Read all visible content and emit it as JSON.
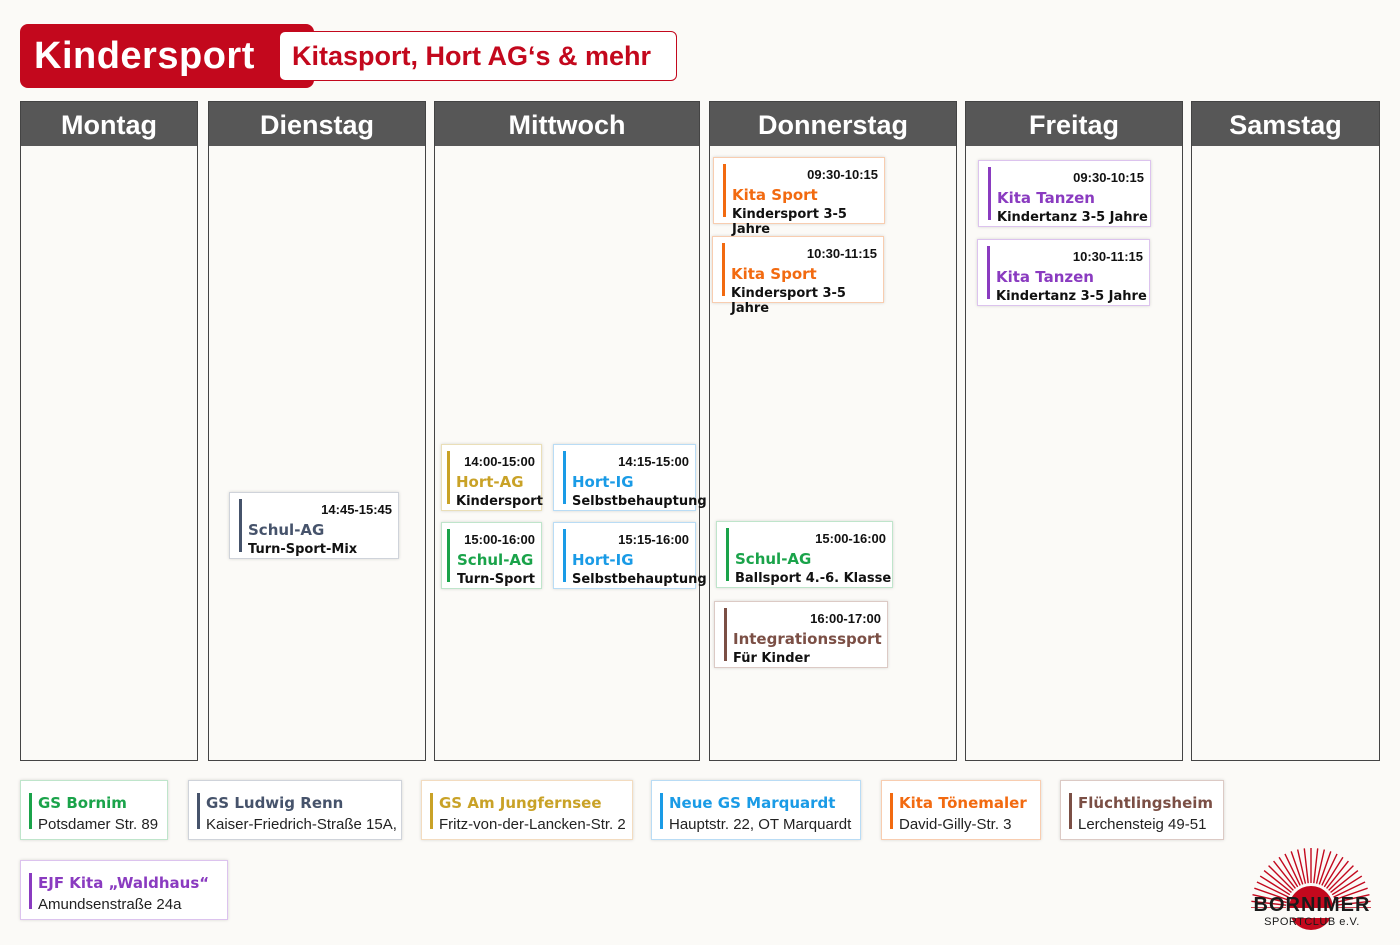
{
  "header": {
    "title": "Kindersport",
    "subtitle": "Kitasport, Hort AG‘s & mehr"
  },
  "days": [
    "Montag",
    "Dienstag",
    "Mittwoch",
    "Donnerstag",
    "Freitag",
    "Samstag"
  ],
  "events": {
    "di_1": {
      "time": "14:45-15:45",
      "name": "Schul-AG",
      "desc": "Turn-Sport-Mix"
    },
    "mi_1": {
      "time": "14:00-15:00",
      "name": "Hort-AG",
      "desc": "Kindersport"
    },
    "mi_2": {
      "time": "14:15-15:00",
      "name": "Hort-IG",
      "desc": "Selbstbehauptung"
    },
    "mi_3": {
      "time": "15:00-16:00",
      "name": "Schul-AG",
      "desc": "Turn-Sport"
    },
    "mi_4": {
      "time": "15:15-16:00",
      "name": "Hort-IG",
      "desc": "Selbstbehauptung"
    },
    "do_1": {
      "time": "09:30-10:15",
      "name": "Kita Sport",
      "desc": "Kindersport 3-5 Jahre"
    },
    "do_2": {
      "time": "10:30-11:15",
      "name": "Kita Sport",
      "desc": "Kindersport 3-5 Jahre"
    },
    "do_3": {
      "time": "15:00-16:00",
      "name": "Schul-AG",
      "desc": "Ballsport 4.-6. Klasse"
    },
    "do_4": {
      "time": "16:00-17:00",
      "name": "Integrationssport",
      "desc": "Für Kinder"
    },
    "fr_1": {
      "time": "09:30-10:15",
      "name": "Kita Tanzen",
      "desc": "Kindertanz 3-5 Jahre"
    },
    "fr_2": {
      "time": "10:30-11:15",
      "name": "Kita Tanzen",
      "desc": "Kindertanz 3-5 Jahre"
    }
  },
  "locations": {
    "bornim": {
      "name": "GS Bornim",
      "address": "Potsdamer Str. 89"
    },
    "renn": {
      "name": "GS Ludwig Renn",
      "address": "Kaiser-Friedrich-Straße 15A,"
    },
    "jungfernsee": {
      "name": "GS Am Jungfernsee",
      "address": "Fritz-von-der-Lancken-Str. 2"
    },
    "marquardt": {
      "name": "Neue GS Marquardt",
      "address": "Hauptstr. 22, OT Marquardt"
    },
    "toenemaler": {
      "name": "Kita Tönemaler",
      "address": "David-Gilly-Str. 3"
    },
    "fluechtling": {
      "name": "Flüchtlingsheim",
      "address": "Lerchensteig 49-51"
    },
    "waldhaus": {
      "name": "EJF Kita „Waldhaus“",
      "address": "Amundsenstraße 24a"
    }
  },
  "logo": {
    "name": "BORNIMER",
    "sub": "SPORTCLUB e.V."
  },
  "colors": {
    "brand_red": "#c3081d",
    "header_gray": "#575757",
    "green": "#1aa34a",
    "slate": "#46536b",
    "gold": "#c9a227",
    "blue": "#1a9be6",
    "orange": "#f26a10",
    "brown": "#7b4f45",
    "purple": "#8a3bc0"
  }
}
